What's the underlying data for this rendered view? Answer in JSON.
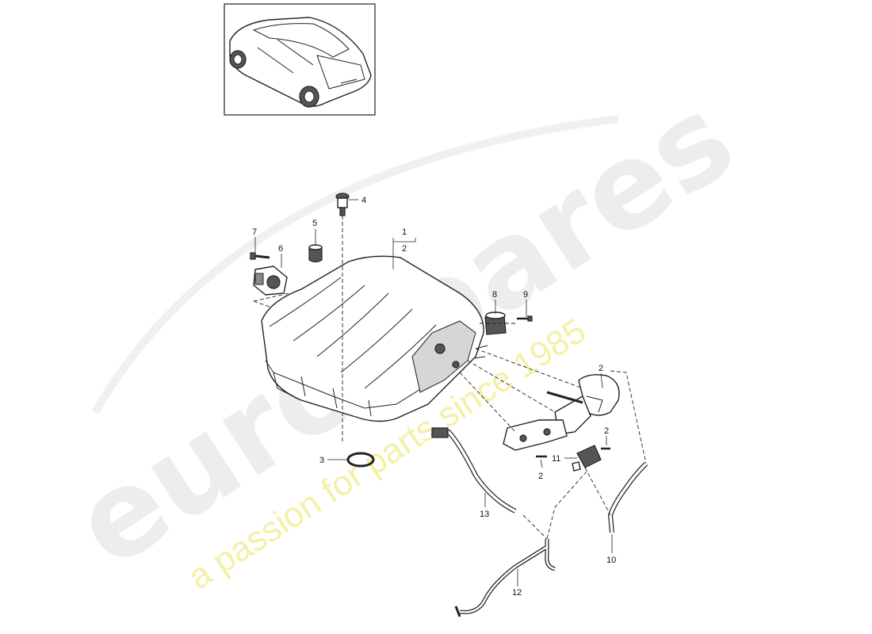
{
  "watermark": {
    "brand": "eurospares",
    "tagline": "a passion for parts since 1985"
  },
  "callouts": [
    {
      "id": "c1",
      "label": "1"
    },
    {
      "id": "c2a",
      "label": "2"
    },
    {
      "id": "c2b",
      "label": "2"
    },
    {
      "id": "c2c",
      "label": "2"
    },
    {
      "id": "c2d",
      "label": "2"
    },
    {
      "id": "c3",
      "label": "3"
    },
    {
      "id": "c4",
      "label": "4"
    },
    {
      "id": "c5",
      "label": "5"
    },
    {
      "id": "c6",
      "label": "6"
    },
    {
      "id": "c7",
      "label": "7"
    },
    {
      "id": "c8",
      "label": "8"
    },
    {
      "id": "c9",
      "label": "9"
    },
    {
      "id": "c10",
      "label": "10"
    },
    {
      "id": "c11",
      "label": "11"
    },
    {
      "id": "c12",
      "label": "12"
    },
    {
      "id": "c13",
      "label": "13"
    }
  ]
}
